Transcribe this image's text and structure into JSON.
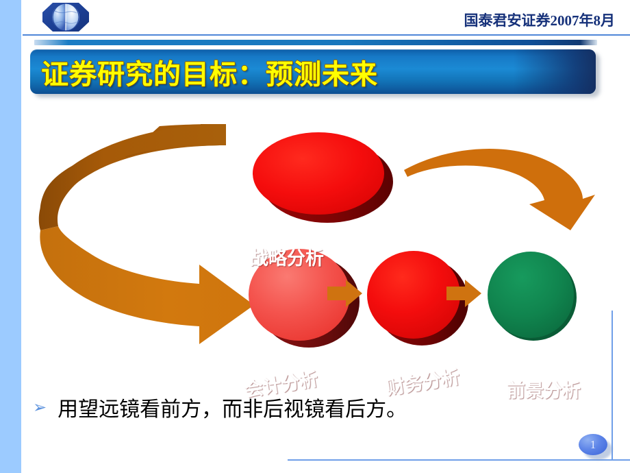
{
  "slide": {
    "page_number": "1",
    "background_color": "#ffffff",
    "left_band_color": "#9ccbff"
  },
  "header": {
    "logo_icon": "company-globe-logo-icon",
    "company_date": "国泰君安证券2007年8月",
    "company_date_color": "#16317a",
    "rule_color": "#4f86d8"
  },
  "title": {
    "text": "证券研究的目标：预测未来",
    "text_color": "#ffff00",
    "bar_color_start": "#1b8ad4",
    "bar_color_end": "#0d4e92"
  },
  "diagram": {
    "type": "process-flow",
    "nodes": [
      {
        "id": "strategy",
        "label": "战略分析",
        "shape": "ellipse-3d",
        "color": "#f50d0d",
        "shadow_color": "#8c0606",
        "row": "top"
      },
      {
        "id": "accounting",
        "label": "会计分析",
        "shape": "cylinder-3d",
        "color": "#f4544e",
        "shadow_color": "#7d0f0f",
        "row": "bottom"
      },
      {
        "id": "financial",
        "label": "财务分析",
        "shape": "cylinder-3d",
        "color": "#f40d0d",
        "shadow_color": "#7d0505",
        "row": "bottom"
      },
      {
        "id": "prospect",
        "label": "前景分析",
        "shape": "circle",
        "color": "#10844e",
        "shadow_color": "#0a5c36",
        "row": "bottom"
      }
    ],
    "connectors": [
      {
        "id": "big-u-arrow",
        "type": "curved-ribbon-arrow",
        "from": "strategy",
        "to": "accounting",
        "color": "#d2760d",
        "color_dark": "#a0550a"
      },
      {
        "id": "return-arrow",
        "type": "curved-arc-arrow",
        "from": "prospect-row",
        "to": "strategy",
        "color": "#cf6f0c"
      },
      {
        "id": "arrow-accounting-financial",
        "type": "block-arrow",
        "from": "accounting",
        "to": "financial",
        "color": "#cf7310"
      },
      {
        "id": "arrow-financial-prospect",
        "type": "block-arrow",
        "from": "financial",
        "to": "prospect",
        "color": "#cf7310"
      }
    ]
  },
  "bullet": {
    "marker": "➢",
    "marker_color": "#5c92dd",
    "text": "用望远镜看前方，而非后视镜看后方。"
  },
  "footer": {
    "line_color": "#6f9ee8",
    "badge_color": "#3a63d8"
  }
}
